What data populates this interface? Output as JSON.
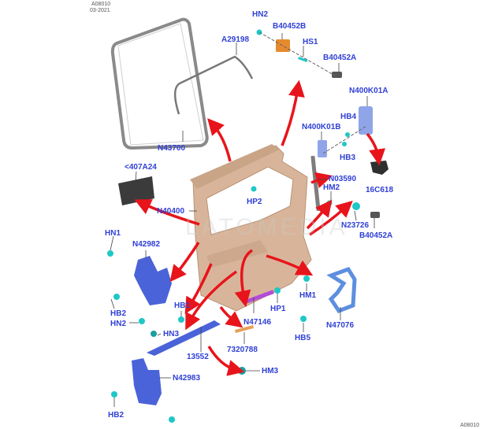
{
  "diagram": {
    "code": "A08010",
    "date": "03-2021",
    "footer_code": "A08010",
    "watermark": "LATOMEDIA",
    "colors": {
      "label": "#2f3fd6",
      "arrow": "#e8141b",
      "panel": "#d8b59a",
      "hinge": "#4a63d8",
      "fastener": "#1fc7c7",
      "seal": "#8a8a8a"
    },
    "labels": {
      "HN2_top": "HN2",
      "B40452B": "B40452B",
      "A29198": "A29198",
      "HS1": "HS1",
      "B40452A_top": "B40452A",
      "N400K01A": "N400K01A",
      "HB4": "HB4",
      "N400K01B": "N400K01B",
      "HB3": "HB3",
      "N43700": "N43700",
      "C407A24": "<407A24",
      "N03590": "N03590",
      "HM2": "HM2",
      "16C618": "16C618",
      "HP2": "HP2",
      "N40400": "N40400",
      "N23726": "N23726",
      "B40452A_right": "B40452A",
      "HN1": "HN1",
      "N42982": "N42982",
      "HP1": "HP1",
      "HM1": "HM1",
      "HB2_upper": "HB2",
      "HB1": "HB1",
      "N47146": "N47146",
      "N47076": "N47076",
      "HN2_lower": "HN2",
      "HN3": "HN3",
      "HB5": "HB5",
      "7320788": "7320788",
      "13552": "13552",
      "HM3": "HM3",
      "N42983": "N42983",
      "HB2_lower": "HB2"
    }
  }
}
